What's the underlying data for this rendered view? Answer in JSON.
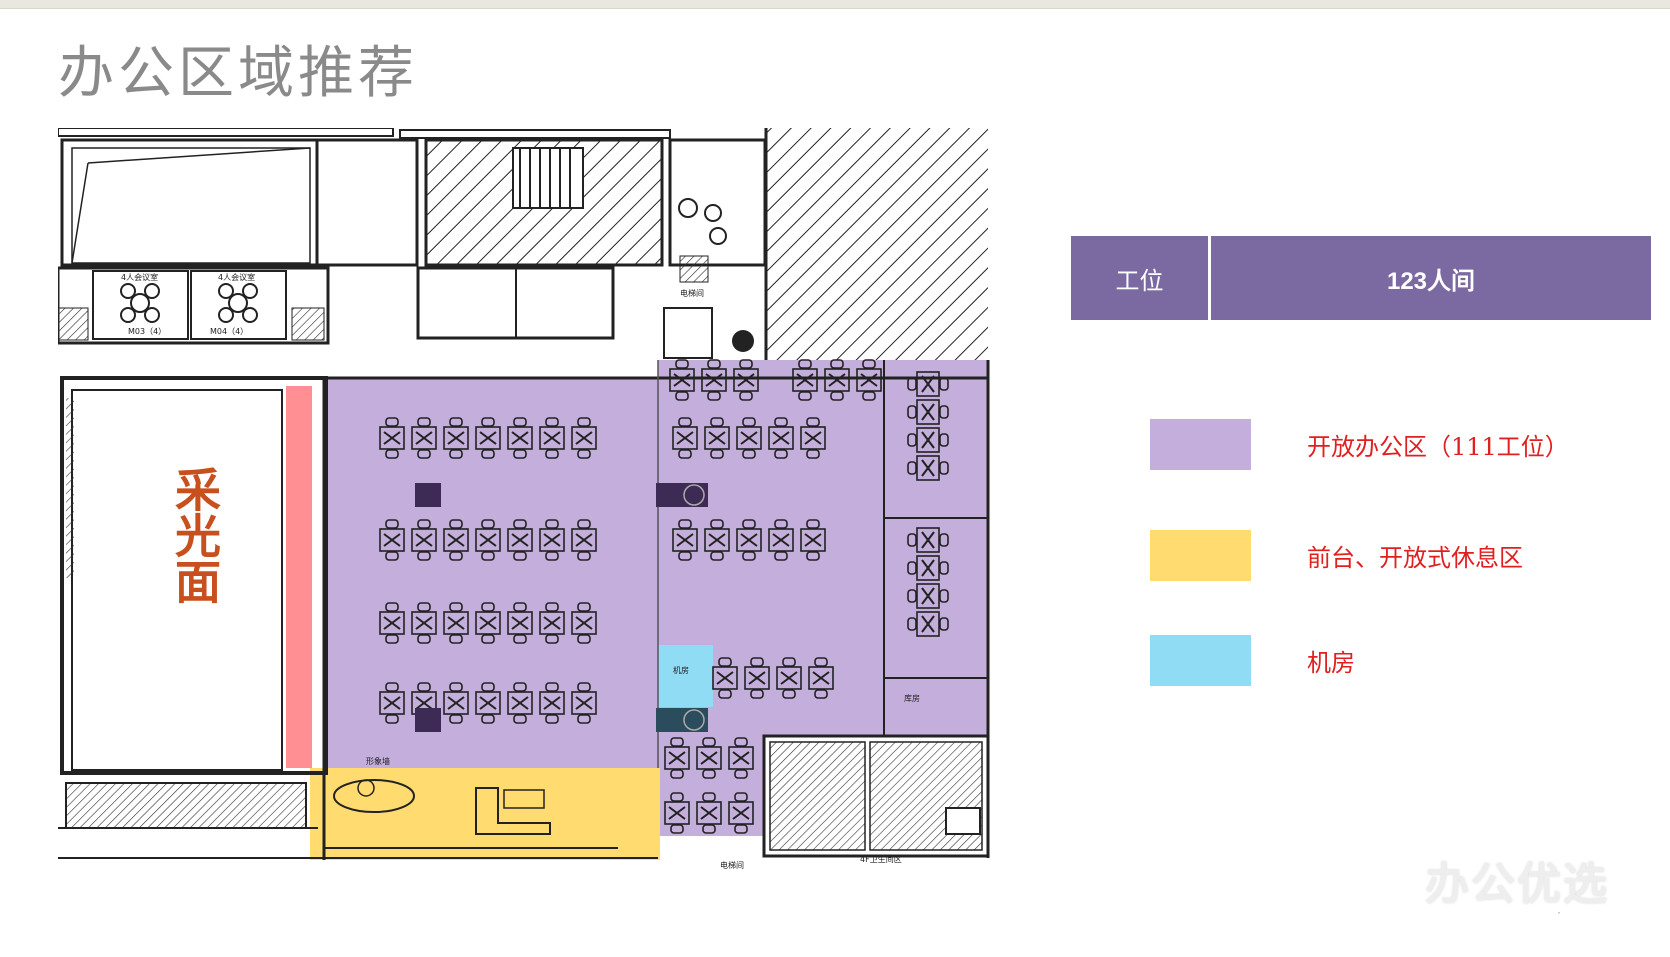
{
  "page": {
    "title": "办公区域推荐"
  },
  "floorplan": {
    "daylight_label": "采光面",
    "room_labels": {
      "meeting_room_a": "4人会议室",
      "meeting_room_a_code": "M03（4）",
      "meeting_room_b": "4人会议室",
      "meeting_room_b_code": "M04（4）",
      "electrical_room": "电梯间",
      "server_room": "机房",
      "storage": "库房",
      "elevator_bottom": "电梯间",
      "restroom": "4F卫生间区",
      "reception": "形象墙"
    },
    "colors": {
      "open_office": "#c4aedc",
      "reception": "#ffdb70",
      "server_room": "#8fdcf4",
      "daylight_strip": "#ff8f93",
      "daylight_text": "#c8501e",
      "walls": "#1a1a1a"
    }
  },
  "info_table": {
    "label": "工位",
    "value": "123人间",
    "color": "#7b6aa2"
  },
  "legend": [
    {
      "label": "开放办公区（111工位）",
      "color": "#c4aedc"
    },
    {
      "label": "前台、开放式休息区",
      "color": "#ffdb70"
    },
    {
      "label": "机房",
      "color": "#8fdcf4"
    }
  ],
  "watermark": "办公优选"
}
